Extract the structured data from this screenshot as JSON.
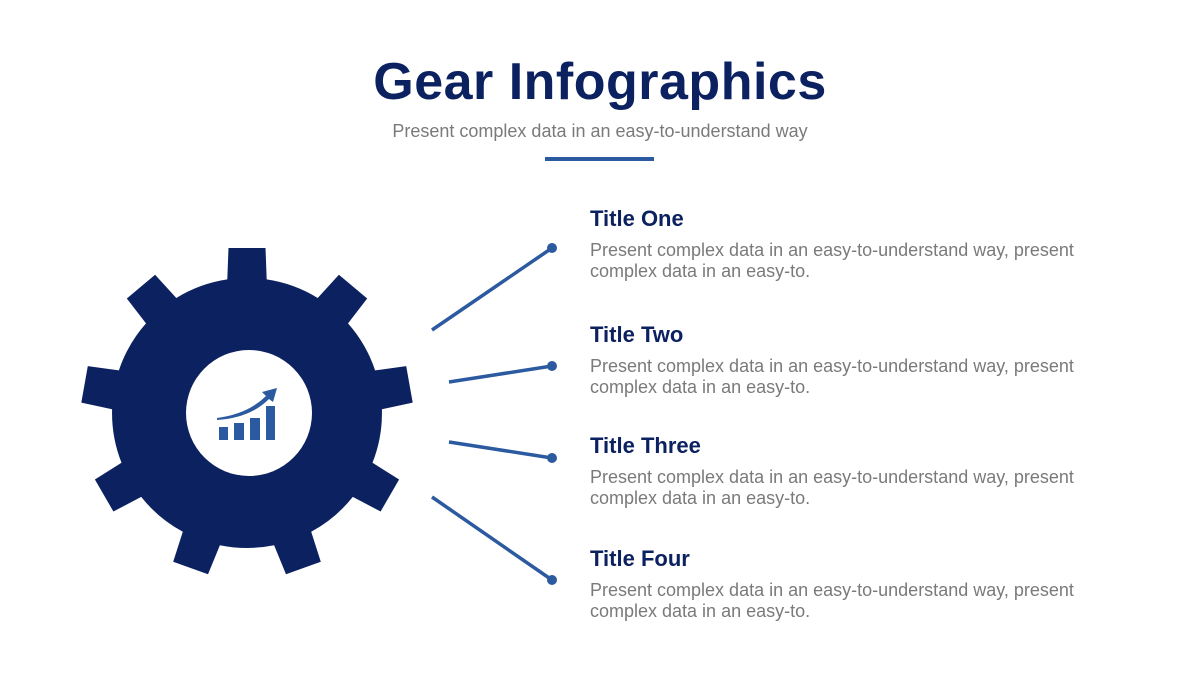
{
  "header": {
    "title": "Gear Infographics",
    "subtitle": "Present complex data in an easy-to-understand way"
  },
  "colors": {
    "navy": "#0c2160",
    "accent_blue": "#2c5aa0",
    "body_text": "#7a7a7a",
    "background": "#ffffff"
  },
  "gear": {
    "teeth": 9,
    "center_icon": "growth-chart-icon"
  },
  "items": [
    {
      "title": "Title One",
      "description": "Present complex data in an easy-to-understand way, present complex data in an easy-to."
    },
    {
      "title": "Title Two",
      "description": "Present complex data in an easy-to-understand way, present complex data in an easy-to."
    },
    {
      "title": "Title Three",
      "description": "Present complex data in an easy-to-understand way, present complex data in an easy-to."
    },
    {
      "title": "Title Four",
      "description": "Present complex data in an easy-to-understand way, present complex data in an easy-to."
    }
  ]
}
